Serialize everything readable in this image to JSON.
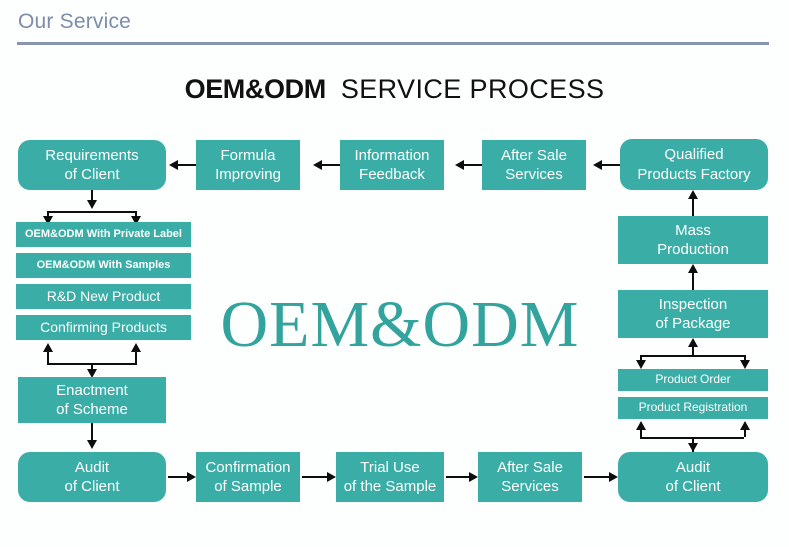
{
  "header": {
    "section_title": "Our Service",
    "rule_color": "#8995ae",
    "title_color": "#7d8cab"
  },
  "diagram": {
    "title_bold": "OEM&ODM",
    "title_light": "SERVICE PROCESS",
    "watermark": "OEM&ODM",
    "box_color": "#3aada7",
    "box_text_color": "#ffffff",
    "connector_color": "#0d0d0d",
    "background": "#fdffff"
  },
  "top_row": [
    {
      "label_line1": "Requirements",
      "label_line2": "of Client"
    },
    {
      "label_line1": "Formula",
      "label_line2": "Improving"
    },
    {
      "label_line1": "Information",
      "label_line2": "Feedback"
    },
    {
      "label_line1": "After Sale",
      "label_line2": "Services"
    },
    {
      "label_line1": "Qualified",
      "label_line2": "Products Factory"
    }
  ],
  "left_column": [
    {
      "label": "OEM&ODM With Private Label"
    },
    {
      "label": "OEM&ODM With Samples"
    },
    {
      "label": "R&D New Product"
    },
    {
      "label": "Confirming Products"
    }
  ],
  "left_lower": {
    "enactment_line1": "Enactment",
    "enactment_line2": "of Scheme"
  },
  "bottom_row": [
    {
      "label_line1": "Audit",
      "label_line2": "of Client"
    },
    {
      "label_line1": "Confirmation",
      "label_line2": "of Sample"
    },
    {
      "label_line1": "Trial Use",
      "label_line2": "of the Sample"
    },
    {
      "label_line1": "After Sale",
      "label_line2": "Services"
    },
    {
      "label_line1": "Audit",
      "label_line2": "of Client"
    }
  ],
  "right_column": [
    {
      "label_line1": "Mass",
      "label_line2": "Production"
    },
    {
      "label_line1": "Inspection",
      "label_line2": "of Package"
    }
  ],
  "right_chips": [
    {
      "label": "Product Order"
    },
    {
      "label": "Product Registration"
    }
  ]
}
